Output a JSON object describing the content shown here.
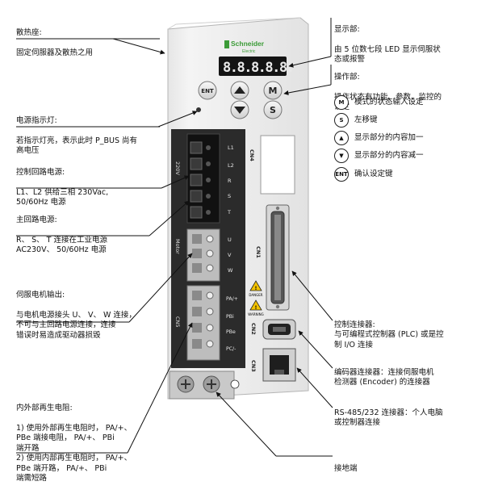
{
  "labels": {
    "heatsink": {
      "title": "散热座:",
      "desc": "固定伺服器及散热之用"
    },
    "power_led": {
      "title": "电源指示灯:",
      "desc": "若指示灯亮，表示此时 P_BUS 尚有\n高电压"
    },
    "control_power": {
      "title": "控制回路电源:",
      "desc": "L1、L2 供给三相 230Vac,\n50/60Hz 电源"
    },
    "main_power": {
      "title": "主回路电源:",
      "desc": "R、 S、 T 连接在工业电源\nAC230V、 50/60Hz 电源"
    },
    "servo_output": {
      "title": "伺服电机输出:",
      "desc": "与电机电源接头 U、 V、 W 连接，\n不可与主回路电源连接，连接\n错误时易造成驱动器损毁"
    },
    "regen": {
      "title": "内外部再生电阻:",
      "desc": "1) 使用外部再生电阻时，  PA/+、\n    PBe 端接电阻，  PA/+、 PBi\n    端开路\n2) 使用内部再生电阻时，  PA/+、\n    PBe 端开路，  PA/+、 PBi\n    端需短路"
    },
    "display": {
      "title": "显示部:",
      "desc": "由 5 位数七段 LED 显示伺服状\n态或报警"
    },
    "operation": {
      "title": "操作部:",
      "desc": "操作状态有功能、参数、监控的\n设定"
    },
    "cn1": {
      "desc": "控制连接器:\n与可编程式控制器 (PLC) 或是控\n制 I/O 连接"
    },
    "cn2": {
      "desc": "编码器连接器：连接伺服电机\n检测器 (Encoder) 的连接器"
    },
    "cn3": {
      "desc": "RS-485/232 连接器：个人电脑\n或控制器连接"
    },
    "ground": {
      "desc": "接地端"
    }
  },
  "keys": [
    {
      "icon": "M",
      "desc": "模式的状态输入设定"
    },
    {
      "icon": "S",
      "desc": "左移键"
    },
    {
      "icon": "▲",
      "desc": "显示部分的内容加一"
    },
    {
      "icon": "▼",
      "desc": "显示部分的内容减一"
    },
    {
      "icon": "ENT",
      "desc": "确认设定键"
    }
  ],
  "device": {
    "brand": "Schneider",
    "brand_sub": "Electric",
    "display_digits": "8.8.8.8.8.",
    "btn_ent": "ENT",
    "btn_m": "M",
    "btn_s": "S",
    "voltage": "220V",
    "motor": "Motor",
    "cn5": "CN5",
    "cn4": "CN4",
    "cn1": "CN1",
    "cn2": "CN2",
    "cn3": "CN3",
    "top_terminals": [
      "L1",
      "L2",
      "R",
      "S",
      "T"
    ],
    "mid_terminals": [
      "U",
      "V",
      "W"
    ],
    "bottom_terminals": [
      "PA/+",
      "PBi",
      "PBe",
      "PC/-"
    ],
    "danger": "DANGER",
    "warning": "WARNING"
  }
}
